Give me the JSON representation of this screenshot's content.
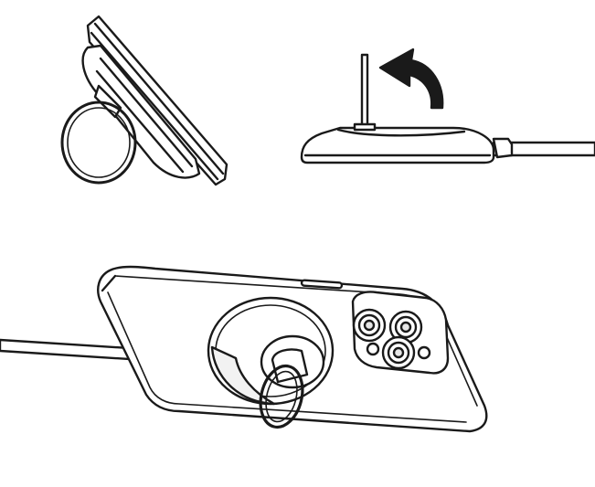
{
  "figure": {
    "panels": [
      {
        "id": "phone-side-view-with-ring-stand"
      },
      {
        "id": "charger-pad-with-raised-flag"
      },
      {
        "id": "phone-back-with-magnetic-charger-and-ring"
      }
    ],
    "colors": {
      "line": "#1a1a1a",
      "fill": "#ffffff",
      "shade": "#e6e6e6",
      "background": "#ffffff"
    }
  }
}
